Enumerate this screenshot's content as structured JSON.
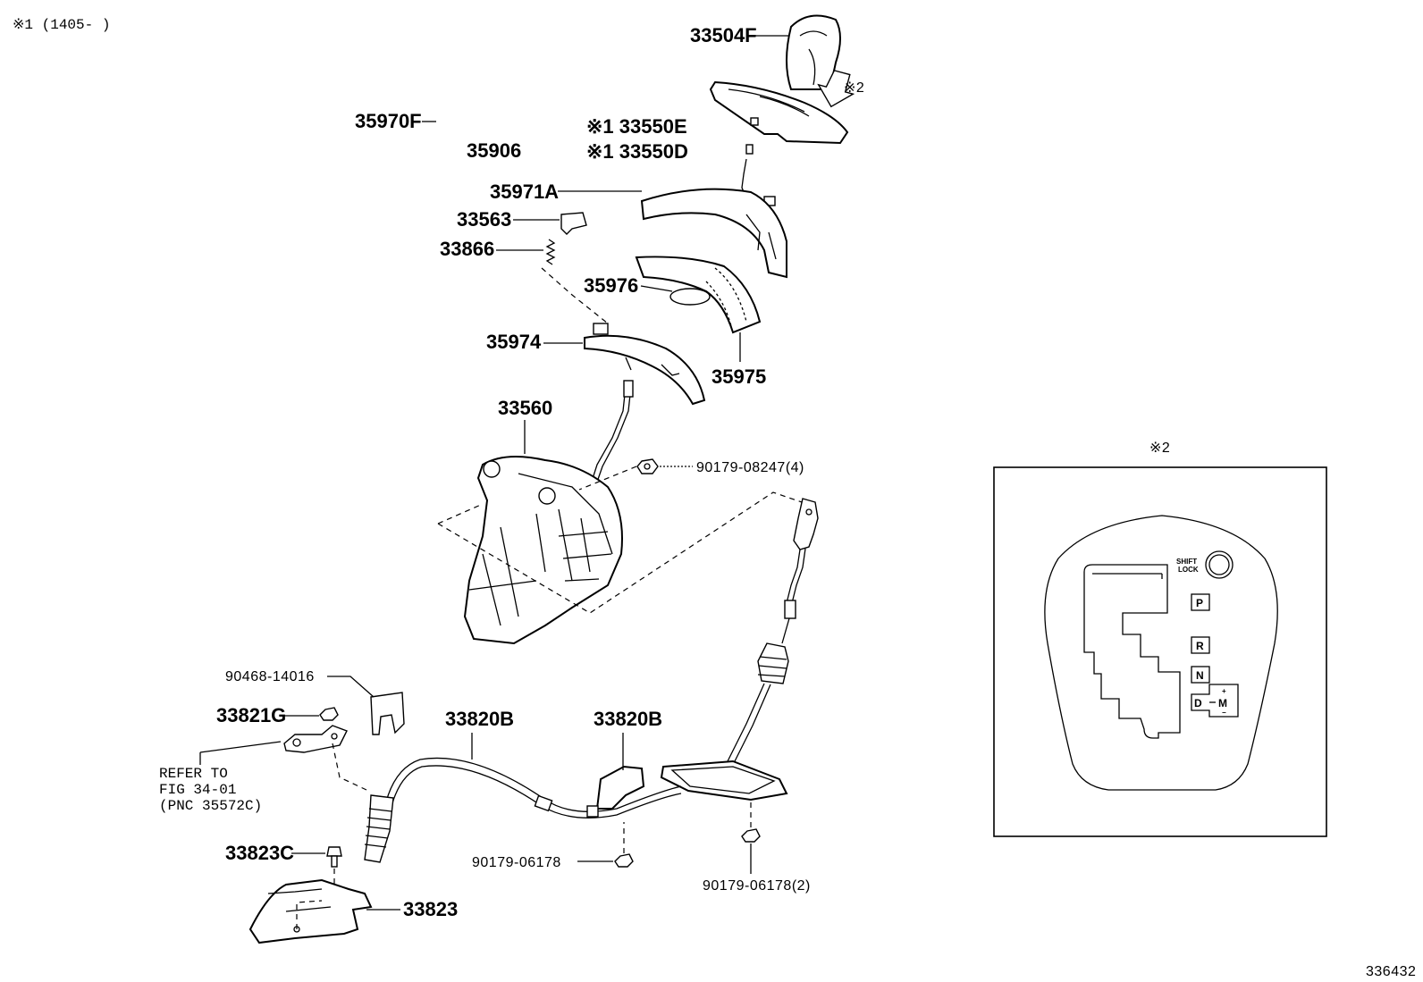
{
  "header_note": "※1 (1405-   )",
  "drawing_number": "336432",
  "labels": {
    "shift_knob": "33504F",
    "bezel_1": "※1 33550E",
    "bezel_2": "※1 33550D",
    "p35970f": "35970F",
    "p35906": "35906",
    "p35971a": "35971A",
    "p33563": "33563",
    "p33866": "33866",
    "p35976": "35976",
    "p35974": "35974",
    "p35975": "35975",
    "p33560": "33560",
    "nut_4": "90179-08247(4)",
    "clip": "90468-14016",
    "p33821g": "33821G",
    "refer_1": "REFER TO",
    "refer_2": "FIG 34-01",
    "refer_3": "(PNC 35572C)",
    "cable_1": "33820B",
    "cable_2": "33820B",
    "p33823c": "33823C",
    "nut_a": "90179-06178",
    "nut_b": "90179-06178(2)",
    "p33823": "33823",
    "arrow_ref": "※2"
  },
  "inset": {
    "title": "※2",
    "shift_lock_1": "SHIFT",
    "shift_lock_2": "LOCK",
    "gear_p": "P",
    "gear_r": "R",
    "gear_n": "N",
    "gear_d": "D",
    "gear_m": "M",
    "plus": "+",
    "minus": "−"
  }
}
